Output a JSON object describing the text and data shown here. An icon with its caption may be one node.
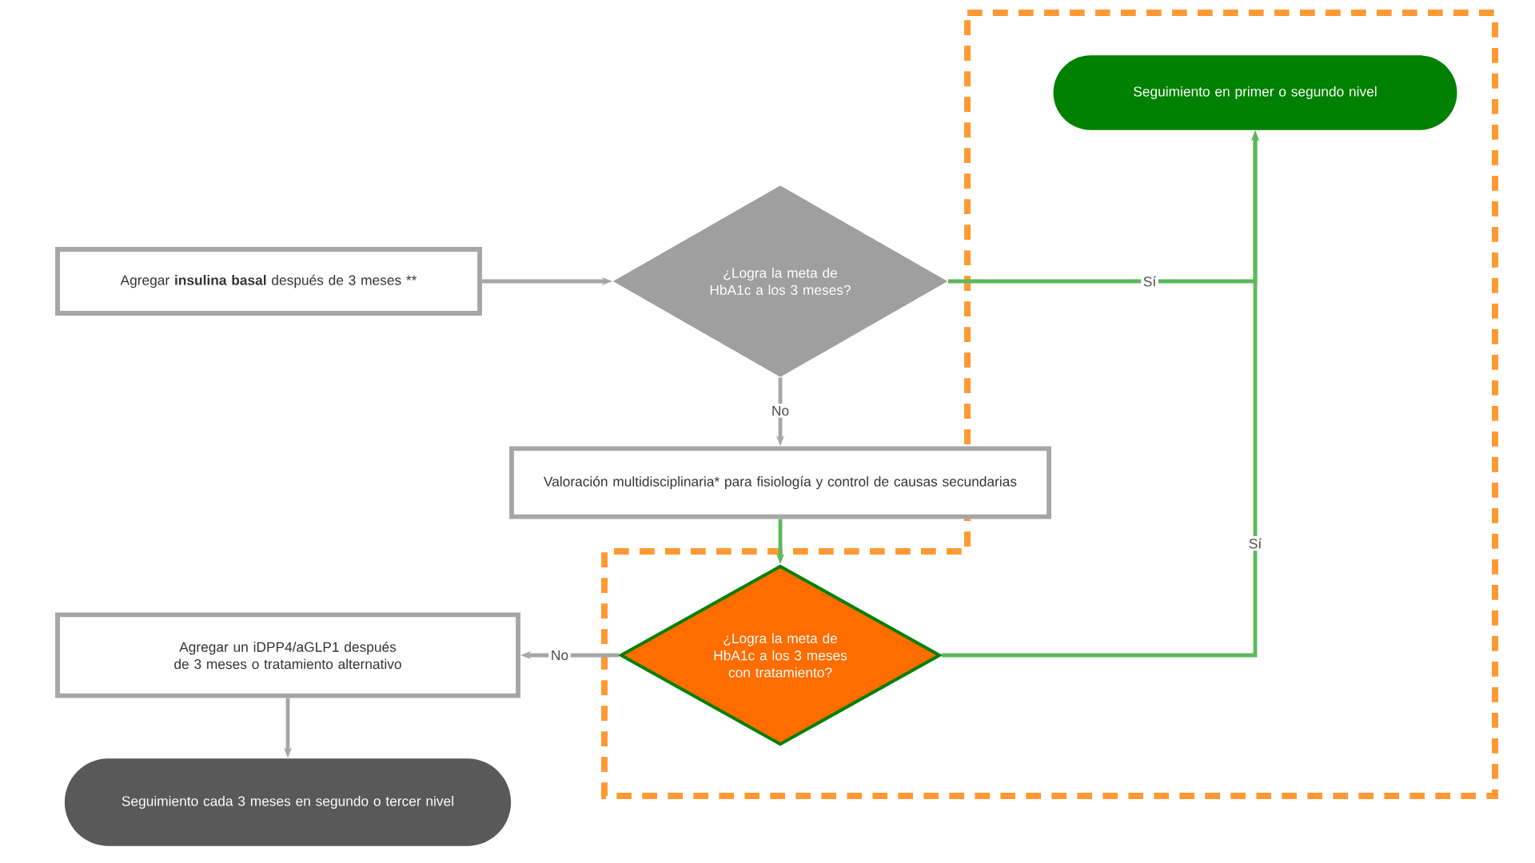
{
  "diagram": {
    "nodes": [
      {
        "text": [
          "Agregar **insulina basal** después de 3 meses **"
        ]
      },
      {
        "text": [
          "¿Logra la meta de HbA1c a los 3 meses?"
        ]
      },
      {
        "text": [
          "Valoración multidisciplinaria* para fisiología y control de causas secundarias"
        ]
      },
      {
        "text": [
          "¿Logra la meta de HbA1c a los 3 meses con tratamiento?"
        ]
      },
      {
        "text": [
          "Agregar un iDPP4/aGLP1 después de 3 meses o tratamiento alternativo"
        ]
      },
      {
        "text": [
          "Seguimiento cada 3 meses en segundo o tercer nivel"
        ]
      },
      {
        "text": [
          "Seguimiento en primer o segundo nivel"
        ]
      }
    ],
    "edges": [
      {
        "from": 0,
        "to": 1,
        "arrow": "to"
      },
      {
        "from": 1,
        "to": 6,
        "arrow": "to",
        "label": "Sí",
        "color": "#5cb85c"
      },
      {
        "from": 1,
        "to": 2,
        "arrow": "to",
        "label": "No"
      },
      {
        "from": 2,
        "to": 3,
        "arrow": "to",
        "color": "#5cb85c"
      },
      {
        "from": 3,
        "to": 6,
        "arrow": "to",
        "label": "Sí",
        "color": "#5cb85c"
      },
      {
        "from": 3,
        "to": 4,
        "arrow": "to",
        "label": "No"
      },
      {
        "from": 4,
        "to": 5,
        "arrow": "to"
      }
    ]
  }
}
